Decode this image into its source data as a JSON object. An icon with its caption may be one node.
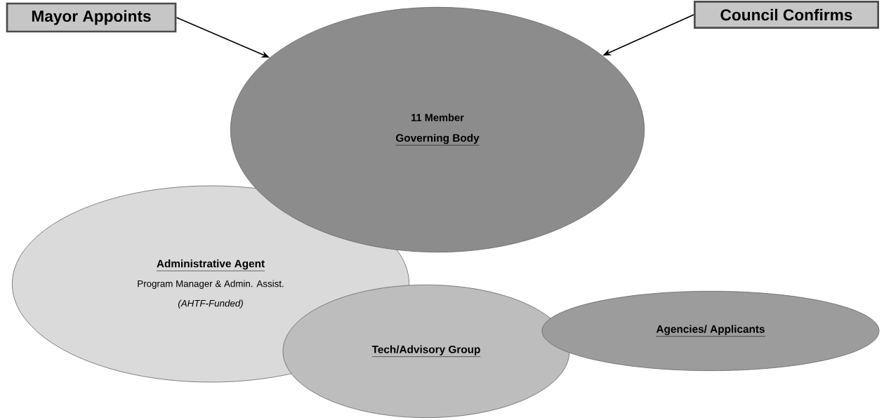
{
  "diagram": {
    "nodes": [
      {
        "text": [
          "Mayor Appoints"
        ]
      },
      {
        "text": [
          "Council Confirms"
        ]
      },
      {
        "text": [
          "11 Member",
          "Governing Body"
        ]
      },
      {
        "text": [
          "Administrative Agent",
          "Program Manager & Admin. Assist.",
          "(AHTF-Funded)"
        ]
      },
      {
        "text": [
          "Tech/Advisory Group"
        ]
      },
      {
        "text": [
          "Agencies/ Applicants"
        ]
      }
    ],
    "edges": [
      {
        "from": 0,
        "to": 2,
        "arrow": "to"
      },
      {
        "from": 1,
        "to": 2,
        "arrow": "to"
      }
    ]
  }
}
